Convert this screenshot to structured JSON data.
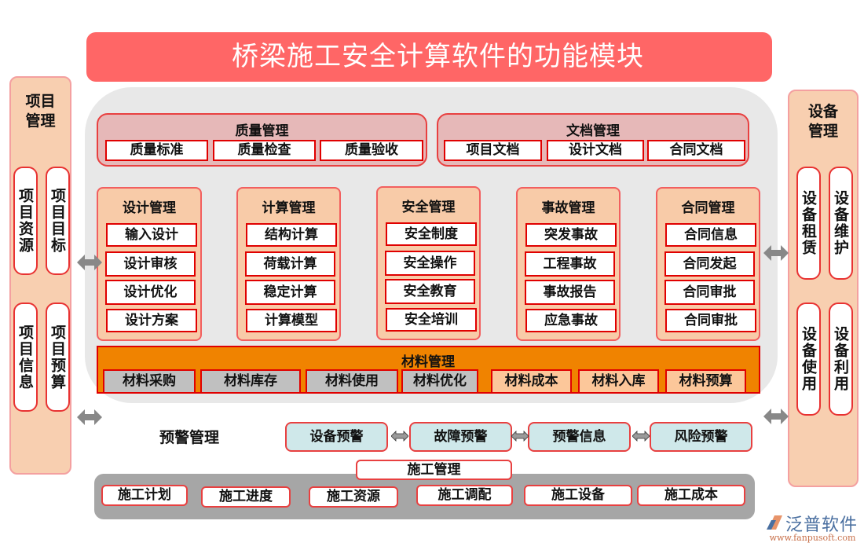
{
  "title": "桥梁施工安全计算软件的功能模块",
  "left_panel": {
    "title_line1": "项目",
    "title_line2": "管理",
    "items": [
      "项目资源",
      "项目目标",
      "项目信息",
      "项目预算"
    ]
  },
  "right_panel": {
    "title_line1": "设备",
    "title_line2": "管理",
    "items": [
      "设备租赁",
      "设备维护",
      "设备使用",
      "设备利用"
    ]
  },
  "quality": {
    "title": "质量管理",
    "items": [
      "质量标准",
      "质量检查",
      "质量验收"
    ]
  },
  "document": {
    "title": "文档管理",
    "items": [
      "项目文档",
      "设计文档",
      "合同文档"
    ]
  },
  "modules": [
    {
      "title": "设计管理",
      "items": [
        "输入设计",
        "设计审核",
        "设计优化",
        "设计方案"
      ]
    },
    {
      "title": "计算管理",
      "items": [
        "结构计算",
        "荷载计算",
        "稳定计算",
        "计算模型"
      ]
    },
    {
      "title": "安全管理",
      "items": [
        "安全制度",
        "安全操作",
        "安全教育",
        "安全培训"
      ]
    },
    {
      "title": "事故管理",
      "items": [
        "突发事故",
        "工程事故",
        "事故报告",
        "应急事故"
      ]
    },
    {
      "title": "合同管理",
      "items": [
        "合同信息",
        "合同发起",
        "合同审批",
        "合同审批"
      ]
    }
  ],
  "material": {
    "title": "材料管理",
    "items": [
      "材料采购",
      "材料库存",
      "材料使用",
      "材料优化",
      "材料成本",
      "材料入库",
      "材料预算"
    ]
  },
  "warning": {
    "title": "预警管理",
    "items": [
      "设备预警",
      "故障预警",
      "预警信息",
      "风险预警"
    ]
  },
  "construction": {
    "title": "施工管理",
    "items": [
      "施工计划",
      "施工进度",
      "施工资源",
      "施工调配",
      "施工设备",
      "施工成本"
    ]
  },
  "logo": {
    "name": "泛普软件",
    "url": "www.fanpusoft.com"
  },
  "colors": {
    "title_bg": "#ff6666",
    "side_panel_bg": "#f8cfb0",
    "top_group_bg": "#e6b8b8",
    "module_bg": "#f8cba8",
    "material_bg": "#f08300",
    "warning_bg": "#cfe8ea",
    "construction_bg": "#a6a6a6",
    "border_red": "#e00000"
  }
}
